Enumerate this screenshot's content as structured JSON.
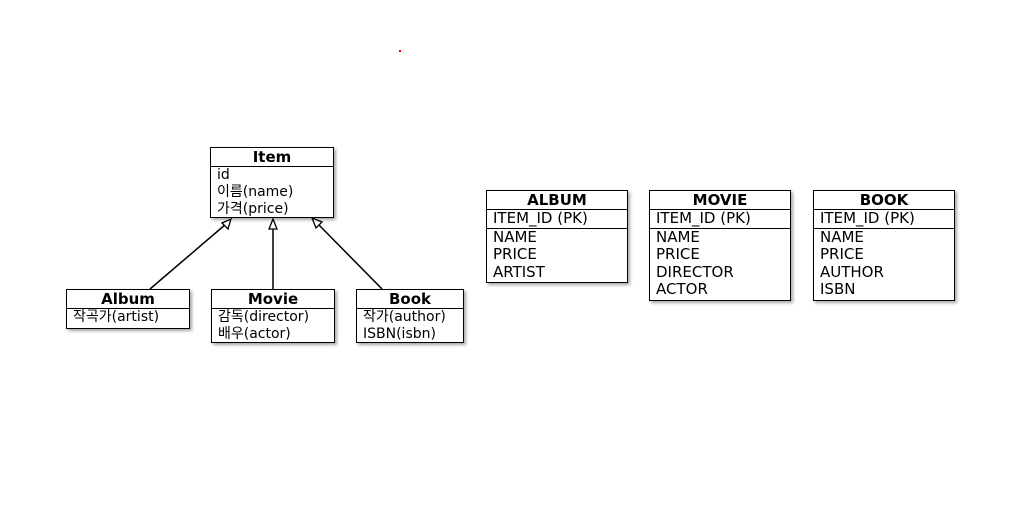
{
  "classes": {
    "item": {
      "name": "Item",
      "attributes": [
        "id",
        "이름(name)",
        "가격(price)"
      ]
    },
    "album": {
      "name": "Album",
      "attributes": [
        "작곡가(artist)"
      ]
    },
    "movie": {
      "name": "Movie",
      "attributes": [
        "감독(director)",
        "배우(actor)"
      ]
    },
    "book": {
      "name": "Book",
      "attributes": [
        "작가(author)",
        "ISBN(isbn)"
      ]
    }
  },
  "tables": {
    "album": {
      "name": "ALBUM",
      "pk": "ITEM_ID (PK)",
      "columns": [
        "NAME",
        "PRICE",
        "ARTIST"
      ]
    },
    "movie": {
      "name": "MOVIE",
      "pk": "ITEM_ID (PK)",
      "columns": [
        "NAME",
        "PRICE",
        "DIRECTOR",
        "ACTOR"
      ]
    },
    "book": {
      "name": "BOOK",
      "pk": "ITEM_ID (PK)",
      "columns": [
        "NAME",
        "PRICE",
        "AUTHOR",
        "ISBN"
      ]
    }
  }
}
